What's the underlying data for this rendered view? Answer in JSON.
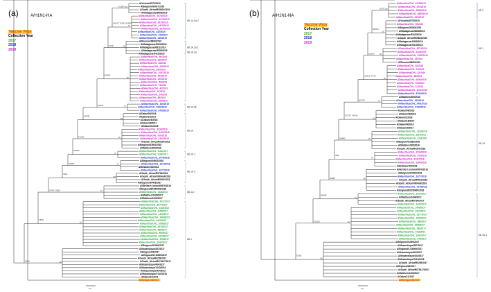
{
  "panels": [
    {
      "label": "(a)",
      "title": "A/H1N1-HA",
      "legend": {
        "vaccine": "Vaccine Virus",
        "collection": "Collection Year"
      },
      "years": [
        {
          "year": "2017",
          "color": "#2aa63a"
        },
        {
          "year": "2018",
          "color": "#1a2fd0"
        },
        {
          "year": "2019",
          "color": "#c71fc7"
        }
      ],
      "scale_label": "0.0",
      "taxa": [
        {
          "name": "A/Victoria/2570/2019",
          "color": "#000000"
        },
        {
          "name": "A/Belgium/G0037/2019",
          "color": "#000000"
        },
        {
          "name": "A/South_Africa/R05824/2019",
          "color": "#000000"
        },
        {
          "name": "A/Madagascar/6808/2019",
          "color": "#000000"
        },
        {
          "name": "A/Mauritius/CHL_1975/2019",
          "color": "#c71fc7"
        },
        {
          "name": "A/Mauritius/CHL_1975/2019",
          "color": "#c71fc7"
        },
        {
          "name": "A/Mauritius/CHL_1975/2019",
          "color": "#c71fc7"
        },
        {
          "name": "A/Mauritius/CHL_1975/2019",
          "color": "#c71fc7"
        },
        {
          "name": "A/Mauritius/CHL_1975/2019",
          "color": "#c71fc7"
        },
        {
          "name": "A/Mauritius/CHL_343/2019",
          "color": "#1a2fd0"
        },
        {
          "name": "A/Mauritius/CHL_343/2019",
          "color": "#1a2fd0"
        },
        {
          "name": "A/Mauritius/CHL_340/2019",
          "color": "#1a2fd0"
        },
        {
          "name": "A/Reunion/6830/2019",
          "color": "#000000"
        },
        {
          "name": "A/Madagascar/5033/2019",
          "color": "#000000"
        },
        {
          "name": "A/Madagascar/6811/2019",
          "color": "#000000"
        },
        {
          "name": "A/Madagascar/5355/2019",
          "color": "#000000"
        },
        {
          "name": "A/Madagascar/5415/2019",
          "color": "#000000"
        },
        {
          "name": "A/Mauritius/CHL_50/2019",
          "color": "#c71fc7"
        },
        {
          "name": "A/Mauritius/CHL_396/2019",
          "color": "#c71fc7"
        },
        {
          "name": "A/Mauritius/CHL_28/2019",
          "color": "#c71fc7"
        },
        {
          "name": "A/Mauritius/CHL_106/2019",
          "color": "#c71fc7"
        },
        {
          "name": "A/Mauritius/CHL_106/2019",
          "color": "#c71fc7"
        },
        {
          "name": "A/Mauritius/CHL_1047/2019",
          "color": "#c71fc7"
        },
        {
          "name": "A/Mauritius/CHL_403/2019",
          "color": "#c71fc7"
        },
        {
          "name": "A/Mauritius/CHL_100/2019",
          "color": "#c71fc7"
        },
        {
          "name": "A/Mauritius/CHL_52/2019",
          "color": "#c71fc7"
        },
        {
          "name": "A/Mauritius/CHL_74/2019",
          "color": "#c71fc7"
        },
        {
          "name": "A/Mauritius/CHL_42/2019",
          "color": "#c71fc7"
        },
        {
          "name": "A/Mauritius/CHL_11/2019",
          "color": "#c71fc7"
        },
        {
          "name": "A/Mauritius/CHL_14/2019",
          "color": "#c71fc7"
        },
        {
          "name": "A/Mauritius/CHL_58/2019",
          "color": "#c71fc7"
        },
        {
          "name": "A/Mauritius/CHL_106/2019",
          "color": "#c71fc7"
        },
        {
          "name": "A/Mauritius/CHL_340/2019",
          "color": "#1a2fd0"
        },
        {
          "name": "A/Mauritius/CHL_2491/2019",
          "color": "#1a2fd0"
        },
        {
          "name": "A/Mauritius/CHL_6793/2019",
          "color": "#1a2fd0"
        },
        {
          "name": "A/Dakar/06/2018",
          "color": "#000000"
        },
        {
          "name": "A/Dakar/10/2017",
          "color": "#000000"
        },
        {
          "name": "A/Dakar/26/2018",
          "color": "#000000"
        },
        {
          "name": "A/Dakar/18/2017",
          "color": "#000000"
        },
        {
          "name": "A/Dakar/31/2018",
          "color": "#000000"
        },
        {
          "name": "A/Mauritius/CHL_3234/2018",
          "color": "#c71fc7"
        },
        {
          "name": "A/Mauritius/CHL_3137/2018",
          "color": "#c71fc7"
        },
        {
          "name": "A/Mauritius/CHL_410/2018",
          "color": "#c71fc7"
        },
        {
          "name": "A/Mauritius/CHL_2304/2018",
          "color": "#c71fc7"
        },
        {
          "name": "A/South_Africa/R0397/2018",
          "color": "#000000"
        },
        {
          "name": "A/Belgium/G1662/2018",
          "color": "#000000"
        },
        {
          "name": "A/Maldives/369/2018",
          "color": "#000000"
        },
        {
          "name": "A/Mauritius/CHL_1114/2017",
          "color": "#2aa63a"
        },
        {
          "name": "A/Mauritius/CHL_1118/2017",
          "color": "#2aa63a"
        },
        {
          "name": "A/Mauritius/CHL_2479/2018",
          "color": "#1a2fd0"
        },
        {
          "name": "A/Belgium/G0602/2018",
          "color": "#000000"
        },
        {
          "name": "A/Mauritius/CHL_2274/2018",
          "color": "#1a2fd0"
        },
        {
          "name": "A/Brisbane/02/2018",
          "color": "#000000"
        },
        {
          "name": "A/Mauritius/CHL_1077/2018",
          "color": "#1a2fd0"
        },
        {
          "name": "A/South_Africa/R5716/2018",
          "color": "#000000"
        },
        {
          "name": "A/South_Africa/VW0414/2018",
          "color": "#000000"
        },
        {
          "name": "A/South_Africa/R0512/2018",
          "color": "#000000"
        },
        {
          "name": "A/Belgium/G0463/2017",
          "color": "#000000"
        },
        {
          "name": "A/Northern_Ireland/0976/2018",
          "color": "#000000"
        },
        {
          "name": "A/England/8X158409/2018",
          "color": "#000000"
        },
        {
          "name": "A/Mauritius/CHL_1423/2017",
          "color": "#2aa63a"
        },
        {
          "name": "A/Maldives/1498/2017",
          "color": "#000000"
        },
        {
          "name": "A/Maldives/1490/2017",
          "color": "#000000"
        },
        {
          "name": "A/Mauritius/CHL_4217/2017",
          "color": "#2aa63a"
        },
        {
          "name": "A/Mauritius/CHL_3277/2017",
          "color": "#2aa63a"
        },
        {
          "name": "A/Mauritius/CHL_1185/2017",
          "color": "#2aa63a"
        },
        {
          "name": "A/Mauritius/CHL_1150/2017",
          "color": "#2aa63a"
        },
        {
          "name": "A/Mauritius/CHL_1422/2017",
          "color": "#2aa63a"
        },
        {
          "name": "A/Mauritius/CHL_1409/2017",
          "color": "#2aa63a"
        },
        {
          "name": "A/Mauritius/CHL_4411/2017",
          "color": "#2aa63a"
        },
        {
          "name": "A/Mauritius/CHL_1098/2017",
          "color": "#2aa63a"
        },
        {
          "name": "A/Mauritius/CHL_4413/2017",
          "color": "#2aa63a"
        },
        {
          "name": "A/Mauritius/CHL_588/2017",
          "color": "#2aa63a"
        },
        {
          "name": "A/Mauritius/CHL_590/2017",
          "color": "#2aa63a"
        },
        {
          "name": "A/Mauritius/CHL_1023/2017",
          "color": "#2aa63a"
        },
        {
          "name": "A/Mauritius/CHL_678/2017",
          "color": "#2aa63a"
        },
        {
          "name": "A/Mauritius/CHL_1042/2017",
          "color": "#2aa63a"
        },
        {
          "name": "A/Belgium/G1390/2017",
          "color": "#000000"
        },
        {
          "name": "A/Mozambique/287/2017",
          "color": "#000000"
        },
        {
          "name": "A/Belgium/33/2017",
          "color": "#000000"
        },
        {
          "name": "A/England/1716009/2017",
          "color": "#000000"
        },
        {
          "name": "A/South_Africa/R0259/2017",
          "color": "#000000"
        },
        {
          "name": "A/South_Africa/R073417/2017",
          "color": "#000000"
        },
        {
          "name": "A/Mozambique/464/2017",
          "color": "#000000"
        },
        {
          "name": "A/Mozambique/7410/2018",
          "color": "#000000"
        },
        {
          "name": "A/Mozambique/434/2017",
          "color": "#000000"
        },
        {
          "name": "A/Mozambique/Y410/2018",
          "color": "#000000"
        },
        {
          "name": "A/Dakar/11/2017",
          "color": "#000000"
        },
        {
          "name": "A/Michigan/45/2015",
          "color": "#d23a2a",
          "vaccine": true
        }
      ],
      "mutations": [
        "K130N",
        "S164T, T185I, N260D",
        "S74R",
        "E235G",
        "V520K",
        "S183P",
        "T120A",
        "N129D",
        "S185P",
        "S451",
        "S74R, I295V",
        "T83N",
        "S84N",
        "S186A",
        "I321V"
      ],
      "clades": [
        {
          "label": "6B.1A.5a.2"
        },
        {
          "label": "6B.1A.5a.1"
        },
        {
          "label": "6B.1A.5a"
        },
        {
          "label": "6B.1A.5b"
        },
        {
          "label": "6B.1A"
        },
        {
          "label": "6B.1A.1"
        },
        {
          "label": "6B.1A.3"
        },
        {
          "label": "6B.1A.7"
        },
        {
          "label": "6B.1"
        }
      ]
    },
    {
      "label": "(b)",
      "title": "A/H1N1-NA",
      "legend": {
        "vaccine": "Vaccine Virus",
        "collection": "Collection Year"
      },
      "years": [
        {
          "year": "2017",
          "color": "#2aa63a"
        },
        {
          "year": "2018",
          "color": "#1a2fd0"
        },
        {
          "year": "2019",
          "color": "#c71fc7"
        }
      ],
      "scale_label": "0.0",
      "taxa": [
        {
          "name": "A/Mauritius/CHL_1975/2019",
          "color": "#c71fc7"
        },
        {
          "name": "A/Mauritius/CHL_403/2019",
          "color": "#c71fc7"
        },
        {
          "name": "A/Mauritius/CHL_2983/2019",
          "color": "#c71fc7"
        },
        {
          "name": "A/Mauritius/CHL_2983/2019",
          "color": "#c71fc7"
        },
        {
          "name": "A/Mauritius/CHL_390/2019",
          "color": "#c71fc7"
        },
        {
          "name": "A/Victoria/2570/2019",
          "color": "#000000"
        },
        {
          "name": "A/Mauritius/CHL_50/2019",
          "color": "#c71fc7"
        },
        {
          "name": "A/Belgium/G0048/2019",
          "color": "#000000"
        },
        {
          "name": "A/Madagascar/6808/2019",
          "color": "#000000"
        },
        {
          "name": "A/Madagascar/5333/2019",
          "color": "#000000"
        },
        {
          "name": "A/South_Africa/R05824/2019",
          "color": "#000000"
        },
        {
          "name": "A/Madagascar/5355/2019",
          "color": "#000000"
        },
        {
          "name": "A/Madagascar/5415/2019",
          "color": "#000000"
        },
        {
          "name": "A/Mauritius/CHL_5073/2019",
          "color": "#c71fc7"
        },
        {
          "name": "A/Mauritius/CHL_1100/2019",
          "color": "#c71fc7"
        },
        {
          "name": "A/Mauritius/CHL_1061/2019",
          "color": "#c71fc7"
        },
        {
          "name": "A/Mauritius/CHL_14/2019",
          "color": "#c71fc7"
        },
        {
          "name": "A/Reunion/6830/2019",
          "color": "#000000"
        },
        {
          "name": "A/Mauritius/CHL_52/2019",
          "color": "#c71fc7"
        },
        {
          "name": "A/Mauritius/CHL_74/2019",
          "color": "#c71fc7"
        },
        {
          "name": "A/Mauritius/CHL_42/2019",
          "color": "#c71fc7"
        },
        {
          "name": "A/Mauritius/CHL_58/2019",
          "color": "#c71fc7"
        },
        {
          "name": "A/Mauritius/CHL_1050/2019",
          "color": "#c71fc7"
        },
        {
          "name": "A/Mauritius/CHL_106/2019",
          "color": "#c71fc7"
        },
        {
          "name": "A/Mauritius/CHL_11/2019",
          "color": "#c71fc7"
        },
        {
          "name": "A/Mauritius/CHL_1047/2019",
          "color": "#c71fc7"
        },
        {
          "name": "A/Mauritius/CHL_6793/2019",
          "color": "#1a2fd0"
        },
        {
          "name": "A/Maldives/369/2018",
          "color": "#000000"
        },
        {
          "name": "A/Mauritius/CHL_343/2019",
          "color": "#1a2fd0"
        },
        {
          "name": "A/Mauritius/CHL_2491/2019",
          "color": "#1a2fd0"
        },
        {
          "name": "A/Mauritius/CHL_6793/2019",
          "color": "#1a2fd0"
        },
        {
          "name": "A/Dakar/06/2018",
          "color": "#000000"
        },
        {
          "name": "A/Dakar/30/2018",
          "color": "#000000"
        },
        {
          "name": "A/Dakar/31/2018",
          "color": "#000000"
        },
        {
          "name": "A/Dakar/18/2017",
          "color": "#000000"
        },
        {
          "name": "A/Dakar/04/2018",
          "color": "#000000"
        },
        {
          "name": "A/Dakar/10/2017",
          "color": "#000000"
        },
        {
          "name": "A/Mauritius/CHL_2120/2018",
          "color": "#2aa63a"
        },
        {
          "name": "A/Mauritius/CHL_1114/2017",
          "color": "#2aa63a"
        },
        {
          "name": "A/Mauritius/CHL_1118/2017",
          "color": "#2aa63a"
        },
        {
          "name": "A/Belgium/G1662/2018",
          "color": "#000000"
        },
        {
          "name": "A/Maldives/369/2018",
          "color": "#000000"
        },
        {
          "name": "A/South_Africa/R0397/2018",
          "color": "#000000"
        },
        {
          "name": "A/Mauritius/CHL_3234/2018",
          "color": "#c71fc7"
        },
        {
          "name": "A/Mauritius/CHL_410/2018",
          "color": "#c71fc7"
        },
        {
          "name": "A/Mauritius/CHL_3137/2018",
          "color": "#c71fc7"
        },
        {
          "name": "A/Mauritius/CHL_2304/2018",
          "color": "#c71fc7"
        },
        {
          "name": "A/Brisbane/02/2018",
          "color": "#000000"
        },
        {
          "name": "A/Northern_Ireland/0976/2018",
          "color": "#000000"
        },
        {
          "name": "A/Belgium/G0602/2018",
          "color": "#000000"
        },
        {
          "name": "A/Mauritius/CHL_1077/2018",
          "color": "#1a2fd0"
        },
        {
          "name": "A/South_Africa/R0512/2018",
          "color": "#000000"
        },
        {
          "name": "A/South_Africa/VW0414/2018",
          "color": "#000000"
        },
        {
          "name": "A/Mauritius/CHL_2479/2018",
          "color": "#1a2fd0"
        },
        {
          "name": "A/England/8X158409/2018",
          "color": "#000000"
        },
        {
          "name": "A/Mauritius/CHL_1423/2017",
          "color": "#2aa63a"
        },
        {
          "name": "A/Maldives/1498/2017",
          "color": "#000000"
        },
        {
          "name": "A/South_Africa/R0734/2017",
          "color": "#000000"
        },
        {
          "name": "A/Mauritius/CHL_1422/2017",
          "color": "#2aa63a"
        },
        {
          "name": "A/Mauritius/CHL_1409/2017",
          "color": "#2aa63a"
        },
        {
          "name": "A/Mauritius/CHL_4217/2017",
          "color": "#2aa63a"
        },
        {
          "name": "A/Mauritius/CHL_3277/2017",
          "color": "#2aa63a"
        },
        {
          "name": "A/Mauritius/CHL_1150/2017",
          "color": "#2aa63a"
        },
        {
          "name": "A/Mauritius/CHL_588/2017",
          "color": "#2aa63a"
        },
        {
          "name": "A/Mauritius/CHL_1098/2017",
          "color": "#2aa63a"
        },
        {
          "name": "A/Mauritius/CHL_590/2017",
          "color": "#2aa63a"
        },
        {
          "name": "A/Mauritius/CHL_4411/2017",
          "color": "#2aa63a"
        },
        {
          "name": "A/Mauritius/CHL_1042/2017",
          "color": "#2aa63a"
        },
        {
          "name": "A/Mauritius/CHL_678/2017",
          "color": "#2aa63a"
        },
        {
          "name": "A/Belgium/G1390/2017",
          "color": "#000000"
        },
        {
          "name": "A/Mozambique/287/2017",
          "color": "#000000"
        },
        {
          "name": "A/England/1716009/2017",
          "color": "#000000"
        },
        {
          "name": "A/Mozambique/464/2017",
          "color": "#000000"
        },
        {
          "name": "A/Mozambique/434/2017",
          "color": "#000000"
        },
        {
          "name": "A/Mozambique/7410/2018",
          "color": "#000000"
        },
        {
          "name": "A/South_Africa/R0259/2017",
          "color": "#000000"
        },
        {
          "name": "A/England/33/2017",
          "color": "#000000"
        },
        {
          "name": "A/South_Africa/R073417/2017",
          "color": "#000000"
        },
        {
          "name": "A/Maldives/1490/2017",
          "color": "#000000"
        },
        {
          "name": "A/Dakar/11/2017",
          "color": "#000000"
        },
        {
          "name": "A/Michigan/45/2015",
          "color": "#d23a2a",
          "vaccine": true
        }
      ],
      "mutations": [
        "I323V",
        "S453N",
        "S322N",
        "S131S, F74S",
        "Q197E",
        "K277R, V433A",
        "N449D",
        "S9M",
        "I188M",
        "S449D",
        "S322N",
        "S335I",
        "S113K",
        "S321N",
        "S74N",
        "S457N",
        "D257N, N449D",
        "D251"
      ],
      "clades": [
        {
          "label": "6B.1"
        },
        {
          "label": "6B.2"
        },
        {
          "label": "6B.1A"
        },
        {
          "label": "6B.1A.1"
        }
      ]
    }
  ]
}
